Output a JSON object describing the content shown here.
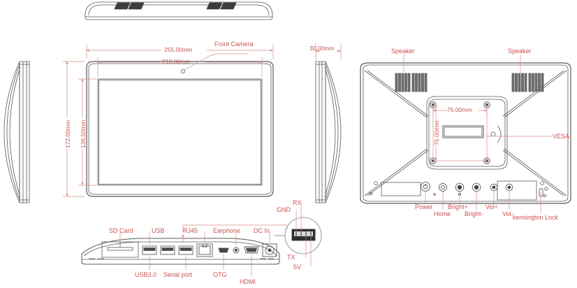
{
  "drawing": {
    "title": "Tablet PC mechanical dimension drawing",
    "label_color": "#c9524f",
    "line_color": "#58585a",
    "units": "mm"
  },
  "views": {
    "top": {
      "name": "top-edge-view"
    },
    "left_profile": {
      "name": "left-side-profile-view"
    },
    "front": {
      "name": "front-view"
    },
    "right_profile": {
      "name": "right-side-profile-view"
    },
    "back": {
      "name": "back-view"
    },
    "bottom_io": {
      "name": "bottom-io-edge-view"
    },
    "serial_detail": {
      "name": "serial-port-pinout-detail"
    }
  },
  "dimensions": {
    "front_outer_width": "255.00mm",
    "front_active_width": "218.00mm",
    "front_outer_height": "172.00mm",
    "front_active_height": "136.50mm",
    "thickness": "30.00mm",
    "vesa_horizontal": "75.00mm",
    "vesa_vertical": "75.00mm"
  },
  "callouts": {
    "front_camera": "Front Camera",
    "speaker_left": "Speaker",
    "speaker_right": "Speaker",
    "vesa": "VESA",
    "kensington_lock": "kensington Lock"
  },
  "buttons": [
    {
      "label": "Power",
      "name": "power-button"
    },
    {
      "label": "Home",
      "name": "home-button"
    },
    {
      "label": "Bright+",
      "name": "brightness-up-button"
    },
    {
      "label": "Bright-",
      "name": "brightness-down-button"
    },
    {
      "label": "Vol+",
      "name": "volume-up-button"
    },
    {
      "label": "Vol-",
      "name": "volume-down-button"
    }
  ],
  "ports_top_row": [
    {
      "label": "SD Card",
      "name": "sd-card-port"
    },
    {
      "label": "USB",
      "name": "usb-port"
    },
    {
      "label": "RJ45",
      "name": "rj45-port"
    },
    {
      "label": "Earphone",
      "name": "earphone-port"
    },
    {
      "label": "DC In",
      "name": "dc-in-port"
    }
  ],
  "ports_bottom_row": [
    {
      "label": "USB3.0",
      "name": "usb3-port"
    },
    {
      "label": "Serial port",
      "name": "serial-port"
    },
    {
      "label": "OTG",
      "name": "otg-port"
    },
    {
      "label": "HDMI",
      "name": "hdmi-port"
    }
  ],
  "serial_pinout": [
    {
      "label": "RX",
      "name": "pin-rx"
    },
    {
      "label": "GND",
      "name": "pin-gnd"
    },
    {
      "label": "TX",
      "name": "pin-tx"
    },
    {
      "label": "5V",
      "name": "pin-5v"
    }
  ]
}
